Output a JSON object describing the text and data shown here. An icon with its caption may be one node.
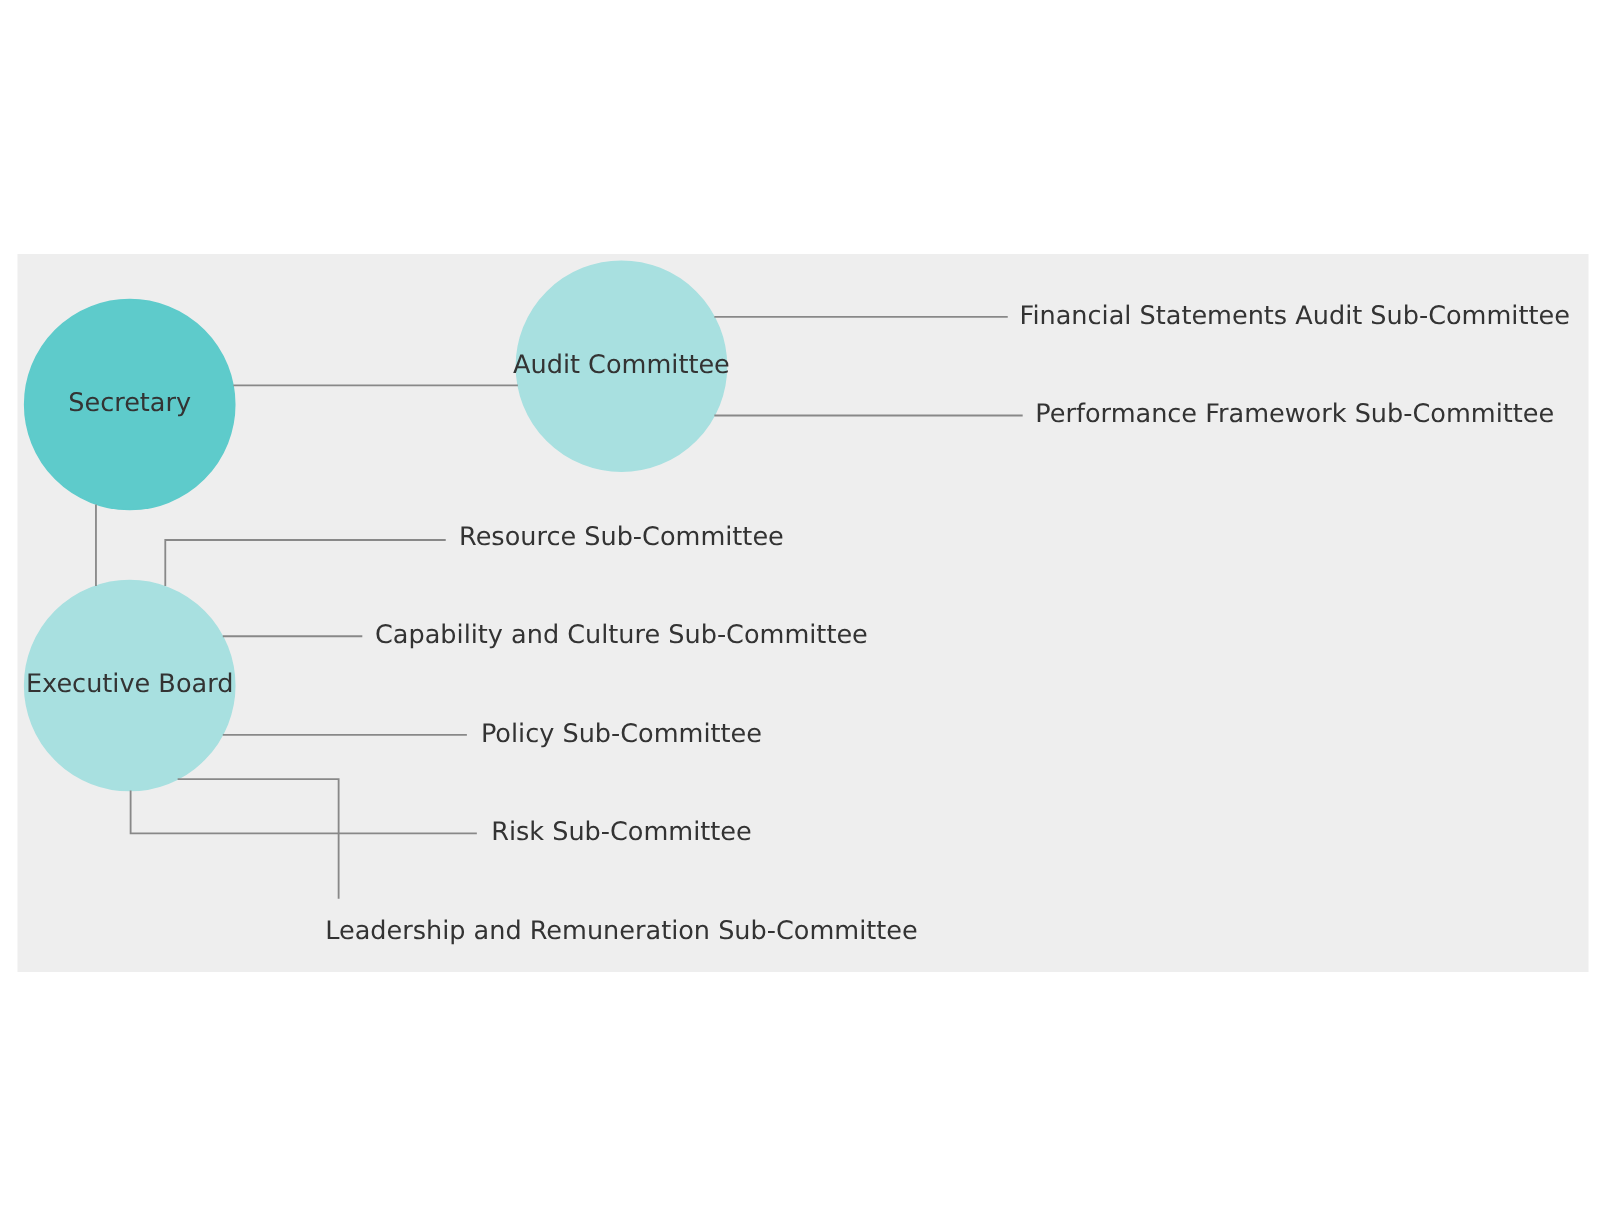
{
  "diagram": {
    "nodes": [
      {
        "text": [
          "Secretary"
        ]
      },
      {
        "text": [
          "Audit Committee"
        ]
      },
      {
        "text": [
          "Financial Statements Audit Sub-Committee"
        ]
      },
      {
        "text": [
          "Performance Framework Sub-Committee"
        ]
      },
      {
        "text": [
          "Executive Board"
        ]
      },
      {
        "text": [
          "Resource Sub-Committee"
        ]
      },
      {
        "text": [
          "Capability and Culture Sub-Committee"
        ]
      },
      {
        "text": [
          "Policy Sub-Committee"
        ]
      },
      {
        "text": [
          "Risk Sub-Committee"
        ]
      },
      {
        "text": [
          "Leadership and Remuneration Sub-Committee"
        ]
      }
    ],
    "edges": [
      {
        "from": 0,
        "to": 1,
        "arrow": "none"
      },
      {
        "from": 1,
        "to": 2,
        "arrow": "none"
      },
      {
        "from": 1,
        "to": 3,
        "arrow": "none"
      },
      {
        "from": 0,
        "to": 4,
        "arrow": "none"
      },
      {
        "from": 4,
        "to": 5,
        "arrow": "none"
      },
      {
        "from": 4,
        "to": 6,
        "arrow": "none"
      },
      {
        "from": 4,
        "to": 7,
        "arrow": "none"
      },
      {
        "from": 4,
        "to": 8,
        "arrow": "none"
      },
      {
        "from": 4,
        "to": 9,
        "arrow": "none"
      }
    ]
  }
}
